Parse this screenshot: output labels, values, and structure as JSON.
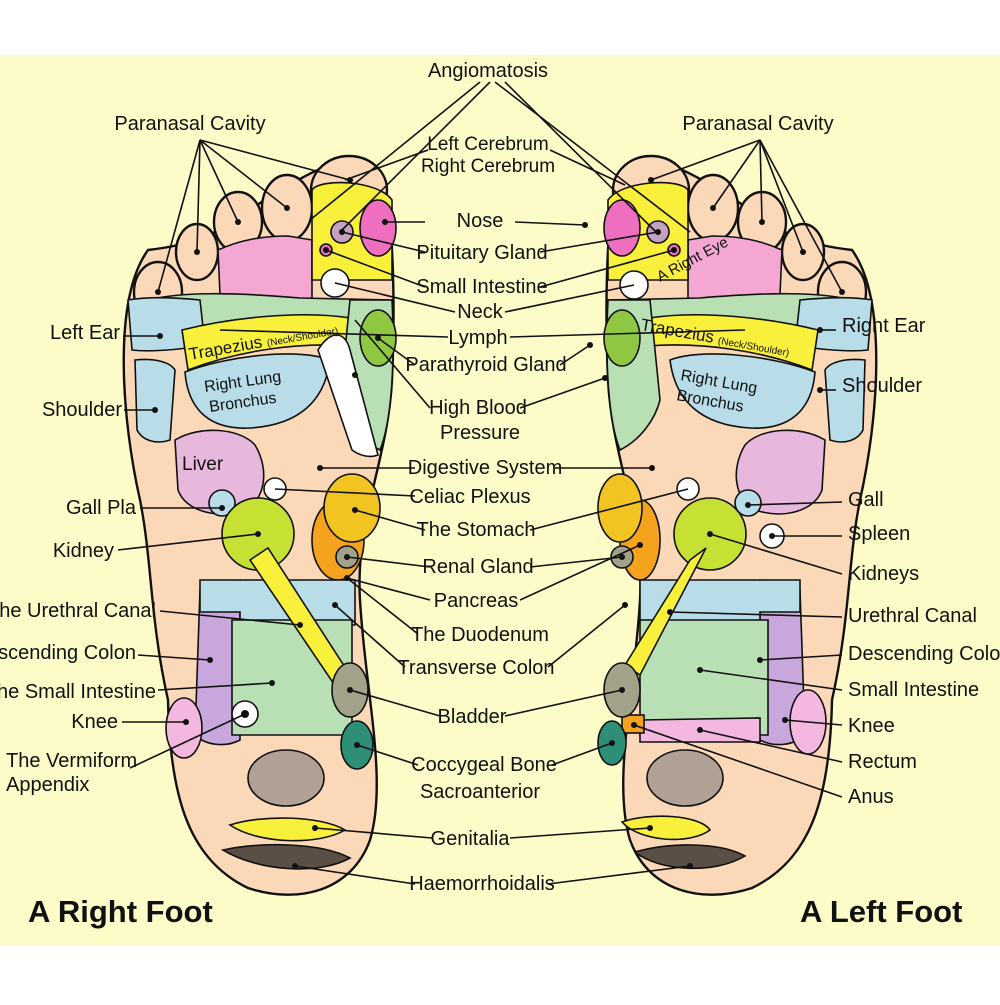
{
  "colors": {
    "background": "#fdfbc8",
    "skin": "#fbd9b8",
    "pink": "#f4a7d3",
    "magenta": "#ee6fbf",
    "lightblue": "#b8dde9",
    "green": "#b9dfb4",
    "lime": "#c6e033",
    "yellow": "#f8f03a",
    "gold": "#f2c422",
    "orange": "#f5a21f",
    "lavender": "#c8a7dc",
    "olive": "#a1a289",
    "teal": "#2d8f78",
    "brown": "#b1a095"
  },
  "feet": {
    "right_title": "A Right Foot",
    "left_title": "A Left Foot"
  },
  "in_diagram": {
    "liver": "Liver",
    "trapezius": "Trapezius",
    "trapezius_sub": "(Neck/Shoulder)",
    "right_lung_1": "Right Lung",
    "right_lung_2": "Bronchus",
    "a_right_eye": "A Right Eye"
  },
  "labels": {
    "angiomatosis": "Angiomatosis",
    "paranasal_left": "Paranasal Cavity",
    "paranasal_right": "Paranasal Cavity",
    "left_cerebrum": "Left Cerebrum",
    "right_cerebrum": "Right Cerebrum",
    "nose": "Nose",
    "pituitary": "Pituitary Gland",
    "small_intestine_c": "Small Intestine",
    "neck": "Neck",
    "lymph": "Lymph",
    "parathyroid": "Parathyroid Gland",
    "high_blood_1": "High Blood",
    "high_blood_2": "Pressure",
    "digestive": "Digestive System",
    "celiac": "Celiac Plexus",
    "stomach": "The Stomach",
    "renal": "Renal Gland",
    "pancreas": "Pancreas",
    "duodenum": "The Duodenum",
    "transverse": "Transverse Colon",
    "bladder": "Bladder",
    "coccygeal_1": "Coccygeal Bone",
    "coccygeal_2": "Sacroanterior",
    "genitalia": "Genitalia",
    "haemorrhoidalis": "Haemorrhoidalis",
    "left_ear": "Left Ear",
    "shoulder_l": "Shoulder",
    "gall_pla": "Gall Pla",
    "kidney": "Kidney",
    "urethral_l": "The Urethral Canal",
    "ascending": "Ascending Colon",
    "small_int_l": "The Small Intestine",
    "knee_l": "Knee",
    "vermiform_1": "The Vermiform",
    "vermiform_2": "Appendix",
    "right_ear": "Right Ear",
    "shoulder_r": "Shoulder",
    "gall": "Gall",
    "spleen": "Spleen",
    "kidneys": "Kidneys",
    "urethral_r": "Urethral Canal",
    "descending": "Descending Colon",
    "small_int_r": "Small Intestine",
    "knee_r": "Knee",
    "rectum": "Rectum",
    "anus": "Anus"
  }
}
